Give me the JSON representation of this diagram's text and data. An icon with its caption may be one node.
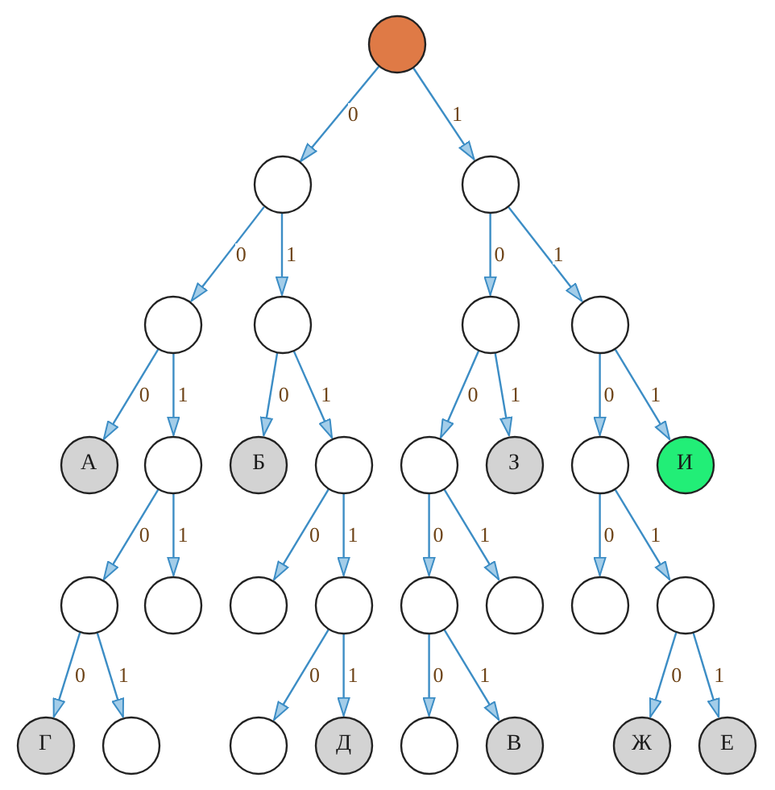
{
  "diagram": {
    "nodes": [
      {
        "text": [],
        "shape": "circle"
      },
      {
        "text": [],
        "shape": "circle"
      },
      {
        "text": [],
        "shape": "circle"
      },
      {
        "text": [],
        "shape": "circle"
      },
      {
        "text": [],
        "shape": "circle"
      },
      {
        "text": [],
        "shape": "circle"
      },
      {
        "text": [],
        "shape": "circle"
      },
      {
        "text": [
          "А"
        ]
      },
      {
        "text": [],
        "shape": "circle"
      },
      {
        "text": [
          "Б"
        ]
      },
      {
        "text": [],
        "shape": "circle"
      },
      {
        "text": [],
        "shape": "circle"
      },
      {
        "text": [
          "З"
        ]
      },
      {
        "text": [],
        "shape": "circle"
      },
      {
        "text": [
          "И"
        ]
      },
      {
        "text": [],
        "shape": "circle"
      },
      {
        "text": [],
        "shape": "circle"
      },
      {
        "text": [],
        "shape": "circle"
      },
      {
        "text": [],
        "shape": "circle"
      },
      {
        "text": [],
        "shape": "circle"
      },
      {
        "text": [],
        "shape": "circle"
      },
      {
        "text": [],
        "shape": "circle"
      },
      {
        "text": [],
        "shape": "circle"
      },
      {
        "text": [
          "Г"
        ]
      },
      {
        "text": [],
        "shape": "circle"
      },
      {
        "text": [],
        "shape": "circle"
      },
      {
        "text": [
          "Д"
        ]
      },
      {
        "text": [],
        "shape": "circle"
      },
      {
        "text": [
          "В"
        ]
      },
      {
        "text": [
          "Ж"
        ]
      },
      {
        "text": [
          "Е"
        ]
      }
    ],
    "edges": [
      {
        "from": 0,
        "to": 1,
        "arrow": "to",
        "label": "0"
      },
      {
        "from": 0,
        "to": 2,
        "arrow": "to",
        "label": "1"
      },
      {
        "from": 1,
        "to": 3,
        "arrow": "to",
        "label": "0"
      },
      {
        "from": 1,
        "to": 4,
        "arrow": "to",
        "label": "1"
      },
      {
        "from": 2,
        "to": 5,
        "arrow": "to",
        "label": "0"
      },
      {
        "from": 2,
        "to": 6,
        "arrow": "to",
        "label": "1"
      },
      {
        "from": 3,
        "to": 7,
        "arrow": "to",
        "label": "0"
      },
      {
        "from": 3,
        "to": 8,
        "arrow": "to",
        "label": "1"
      },
      {
        "from": 4,
        "to": 9,
        "arrow": "to",
        "label": "0"
      },
      {
        "from": 4,
        "to": 10,
        "arrow": "to",
        "label": "1"
      },
      {
        "from": 5,
        "to": 11,
        "arrow": "to",
        "label": "0"
      },
      {
        "from": 5,
        "to": 12,
        "arrow": "to",
        "label": "1"
      },
      {
        "from": 6,
        "to": 13,
        "arrow": "to",
        "label": "0"
      },
      {
        "from": 6,
        "to": 14,
        "arrow": "to",
        "label": "1"
      },
      {
        "from": 8,
        "to": 15,
        "arrow": "to",
        "label": "0"
      },
      {
        "from": 8,
        "to": 16,
        "arrow": "to",
        "label": "1"
      },
      {
        "from": 10,
        "to": 17,
        "arrow": "to",
        "label": "0"
      },
      {
        "from": 10,
        "to": 18,
        "arrow": "to",
        "label": "1"
      },
      {
        "from": 11,
        "to": 19,
        "arrow": "to",
        "label": "0"
      },
      {
        "from": 11,
        "to": 20,
        "arrow": "to",
        "label": "1"
      },
      {
        "from": 13,
        "to": 21,
        "arrow": "to",
        "label": "0"
      },
      {
        "from": 13,
        "to": 22,
        "arrow": "to",
        "label": "1"
      },
      {
        "from": 15,
        "to": 23,
        "arrow": "to",
        "label": "0"
      },
      {
        "from": 15,
        "to": 24,
        "arrow": "to",
        "label": "1"
      },
      {
        "from": 18,
        "to": 25,
        "arrow": "to",
        "label": "0"
      },
      {
        "from": 18,
        "to": 26,
        "arrow": "to",
        "label": "1"
      },
      {
        "from": 19,
        "to": 27,
        "arrow": "to",
        "label": "0"
      },
      {
        "from": 19,
        "to": 28,
        "arrow": "to",
        "label": "1"
      },
      {
        "from": 22,
        "to": 29,
        "arrow": "to",
        "label": "0"
      },
      {
        "from": 22,
        "to": 30,
        "arrow": "to",
        "label": "1"
      }
    ]
  }
}
